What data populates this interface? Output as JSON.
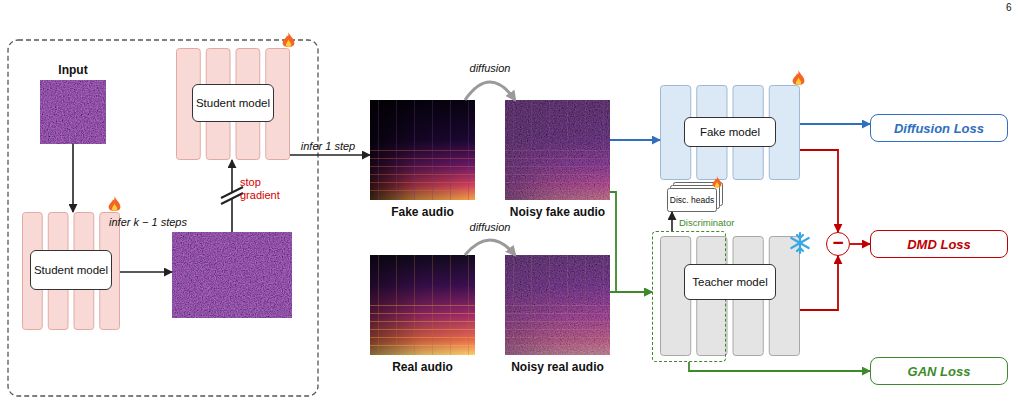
{
  "diagram": {
    "nodes": [
      {
        "text": [
          "Input"
        ]
      },
      {
        "text": [
          "Student model"
        ]
      },
      {
        "text": [
          "Student model"
        ]
      },
      {
        "text": [
          "Fake audio"
        ]
      },
      {
        "text": [
          "Noisy fake audio"
        ]
      },
      {
        "text": [
          "Real audio"
        ]
      },
      {
        "text": [
          "Noisy real audio"
        ]
      },
      {
        "text": [
          "Fake model"
        ]
      },
      {
        "text": [
          "Disc. heads"
        ]
      },
      {
        "text": [
          "Teacher model"
        ]
      },
      {
        "text": [
          "Discriminator"
        ],
        "in": 9
      },
      {
        "text": [
          "Diffusion Loss"
        ]
      },
      {
        "text": [
          "−"
        ]
      },
      {
        "text": [
          "DMD Loss"
        ]
      },
      {
        "text": [
          "GAN Loss"
        ]
      }
    ],
    "edges": [
      {
        "from": 0,
        "to": 1,
        "arrow": "to"
      },
      {
        "from": 1,
        "to": 2,
        "arrow": "to",
        "label": "infer k − 1 steps"
      },
      {
        "from": 2,
        "to": 3,
        "arrow": "to",
        "label": "infer 1 step"
      },
      {
        "from": 3,
        "to": 4,
        "arrow": "to",
        "label": "diffusion"
      },
      {
        "from": 5,
        "to": 6,
        "arrow": "to",
        "label": "diffusion"
      },
      {
        "from": 4,
        "to": 7,
        "arrow": "to"
      },
      {
        "from": 4,
        "to": 10,
        "arrow": "to"
      },
      {
        "from": 6,
        "to": 10,
        "arrow": "to"
      },
      {
        "from": 10,
        "to": 8,
        "arrow": "to"
      },
      {
        "from": 7,
        "to": 11,
        "arrow": "to"
      },
      {
        "from": 7,
        "to": 12,
        "arrow": "to"
      },
      {
        "from": 9,
        "to": 12,
        "arrow": "to"
      },
      {
        "from": 12,
        "to": 13,
        "arrow": "to"
      },
      {
        "from": 10,
        "to": 14,
        "arrow": "to"
      }
    ],
    "labels": [
      "6",
      "stop gradient"
    ]
  }
}
